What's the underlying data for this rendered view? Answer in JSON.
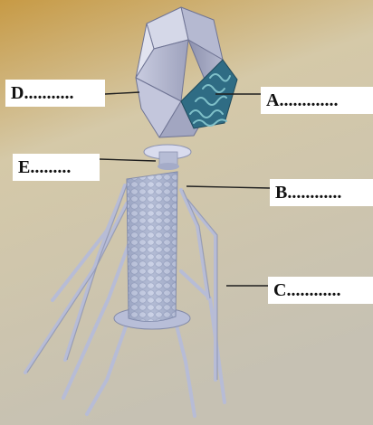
{
  "labels": {
    "d": "D...........",
    "a": "A.............",
    "e": "E.........",
    "b": "B............",
    "c": "C............"
  },
  "colors": {
    "background_top": "#c49a4a",
    "background_bottom": "#c8c3b4",
    "capsid": "#a7abc6",
    "dna": "#2f6f86",
    "tail": "#a9b4cf",
    "legs": "#b4b9d3",
    "leader_line": "#222222"
  }
}
